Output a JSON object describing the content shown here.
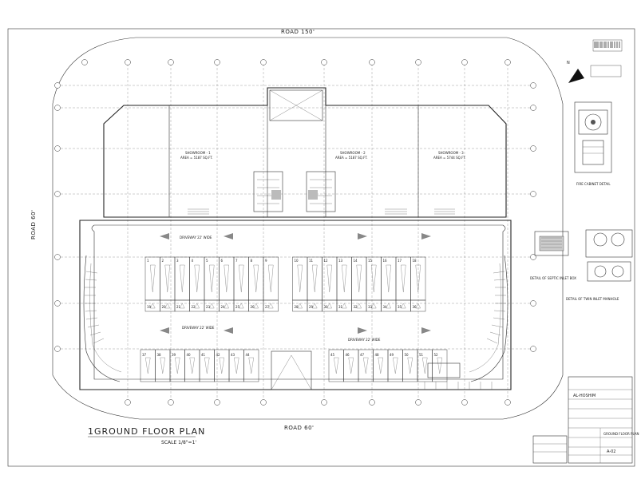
{
  "drawing": {
    "title": "GROUND FLOOR PLAN",
    "title_number": "1",
    "scale": "SCALE 1/8\"=1'",
    "roads": {
      "top": "ROAD 150'",
      "left": "ROAD 60'",
      "bottom": "ROAD 60'"
    },
    "north": "N",
    "spaces": [
      {
        "label": "SHOWROOM - 1",
        "area": "AREA = 5187 SQ.FT."
      },
      {
        "label": "SHOWROOM - 2",
        "area": "AREA = 5187 SQ.FT."
      },
      {
        "label": "SHOWROOM - 3",
        "area": "AREA = 5744 SQ.FT."
      }
    ],
    "driveway_labels": [
      "DRIVEWAY 22' WIDE",
      "DRIVEWAY 22' WIDE",
      "DRIVEWAY 22' WIDE"
    ],
    "parking_top_row": [
      "1",
      "2",
      "3",
      "4",
      "5",
      "6",
      "7",
      "8",
      "9",
      "10",
      "11",
      "12",
      "13",
      "14",
      "15",
      "16",
      "17",
      "18"
    ],
    "parking_mid_row": [
      "19",
      "20",
      "21",
      "22",
      "23",
      "24",
      "25",
      "26",
      "27",
      "28",
      "29",
      "30",
      "31",
      "32",
      "33",
      "34",
      "35",
      "36"
    ],
    "parking_bottom_row": [
      "37",
      "38",
      "39",
      "40",
      "41",
      "42",
      "43",
      "44",
      "45",
      "46",
      "47",
      "48",
      "49",
      "50",
      "51",
      "52"
    ],
    "details": {
      "detail_1": "DETAIL OF SEPTIC INLET BOX",
      "detail_2": "DETAIL OF TWIN INLET MANHOLE",
      "detail_3": "FIRE CABINET DETAIL"
    },
    "title_block": {
      "firm": "AL-HOSHIM",
      "drawing_name": "GROUND FLOOR PLAN",
      "sheet": "A-02"
    }
  }
}
